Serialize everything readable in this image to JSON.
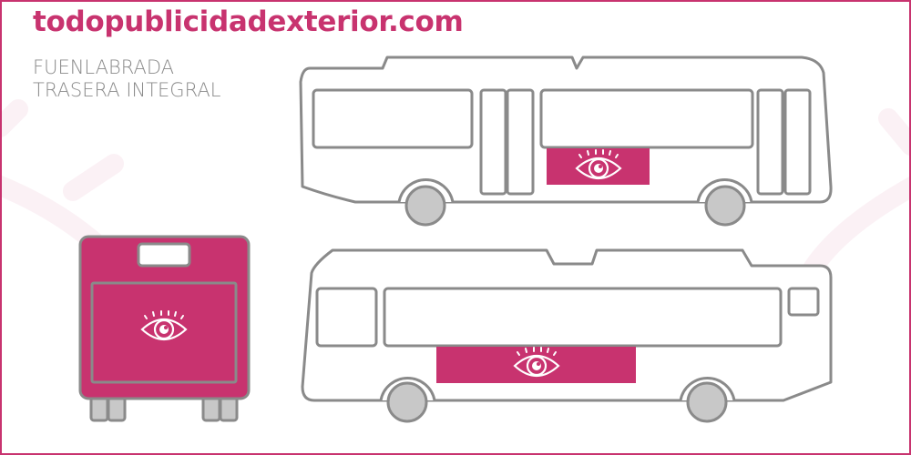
{
  "brand": "todopublicidadexterior.com",
  "location": "FUENLABRADA",
  "format": "TRASERA INTEGRAL",
  "colors": {
    "accent": "#c8336f",
    "outline": "#8a8a8a",
    "wheel": "#c8c8c8"
  },
  "icons": [
    "eye-icon"
  ]
}
